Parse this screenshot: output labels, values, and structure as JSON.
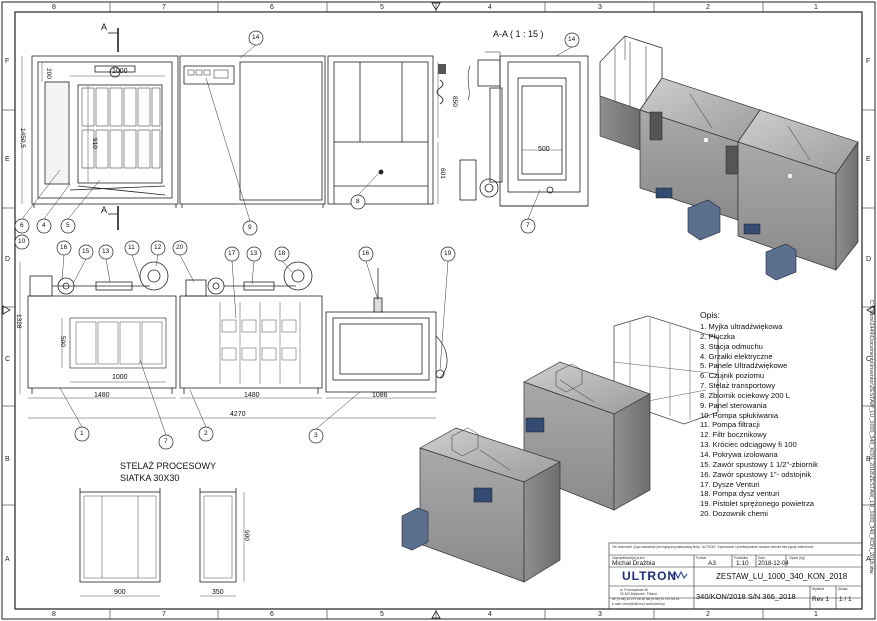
{
  "drawing": {
    "section_label": "A-A ( 1 : 15 )",
    "section_markers": [
      "A",
      "A"
    ],
    "zones_top": [
      "8",
      "7",
      "6",
      "5",
      "4",
      "3",
      "2",
      "1"
    ],
    "zones_bottom": [
      "8",
      "7",
      "6",
      "5",
      "4",
      "3",
      "2",
      "1"
    ],
    "zones_left": [
      "F",
      "E",
      "D",
      "C",
      "B",
      "A"
    ],
    "zones_right": [
      "F",
      "E",
      "D",
      "C",
      "B",
      "A"
    ],
    "dimensions": {
      "top_width": "1000",
      "top_200": "200",
      "top_910": "910",
      "top_1450": "1450,5",
      "side_850": "850",
      "side_601": "601",
      "side_500": "500",
      "front_1328": "1328",
      "front_500": "500",
      "front_1000": "1000",
      "front_1480_a": "1480",
      "front_1480_b": "1480",
      "front_1086": "1086",
      "front_4270": "4270",
      "rack_900_w": "900",
      "rack_350": "350",
      "rack_900_h": "900"
    },
    "balloons": [
      "14",
      "14",
      "10",
      "6",
      "4",
      "5",
      "9",
      "8",
      "7",
      "16",
      "15",
      "13",
      "11",
      "12",
      "20",
      "17",
      "13",
      "18",
      "16",
      "19",
      "1",
      "7",
      "2",
      "3"
    ],
    "rack_caption_line1": "STELAŻ PROCESOWY",
    "rack_caption_line2": "SIATKA 30X30"
  },
  "legend": {
    "title": "Opis:",
    "items": [
      "1. Myjka ultradźwiękowa",
      "2. Płuczka",
      "3. Stacja odmuchu",
      "4. Grzałki elektryczne",
      "5. Panele Ultradźwiękowe",
      "6. Czujnik poziomu",
      "7. Stelaż transportowy",
      "8. Zbiornik ociekowy 200 L",
      "9. Panel sterowania",
      "10. Pompa spłukiwania",
      "11. Pompa filtracji",
      "12. Filtr bocznikowy",
      "13. Króciec odciągowy fi 100",
      "14. Pokrywa izolowana",
      "15. Zawór spustowy 1 1/2\"-zbiornik",
      "16. Zawór spustowy 1\"- odstojnik",
      "17. Dysze Venturi",
      "18. Pompa dysz venturi",
      "19. Pistolet sprężonego powietrza",
      "20. Dozownik chemi"
    ]
  },
  "title_block": {
    "notice": "Ten dokument i jego zawartość jest wyłączną własnością firmy \"ULTRON\". Kopiowanie i przekazywanie osobom trzecim bez zgody zabronione.",
    "designer_label": "Zaprojektował(a) przez",
    "designer": "Michał Drażbia",
    "date_label": "Data",
    "date": "2018-12-04",
    "format_label": "Format",
    "format": "A3",
    "scale_label": "Podziałka",
    "scale": "1:10",
    "weight_label": "Ciężar (kg)",
    "company": "ULTRON",
    "company_address_1": "ul. Przemysłowa 48",
    "company_address_2": "32-400 Myślenice, Poland",
    "company_contact": "tel. (0-48) 12 272 55 42   fax (0-48) 12 272 55 43",
    "company_web": "e-mail: ultron@ultron.pl   www.ultron.pl",
    "drawing_title": "ZESTAW_LU_1000_340_KON_2018",
    "drawing_number": "340/KON/2018 S/N 366_2018",
    "revision_label": "Wydanie",
    "revision": "Rev 1",
    "sheet_label": "Arkusz",
    "sheet": "1 / 1",
    "file_path": "C:\\Users\\2449\\Documents\\Inventor\\ZESTAW_LU_1000_340_KON_2018\\ZESTAW_LU_1000_340_KON_2018.idw"
  }
}
